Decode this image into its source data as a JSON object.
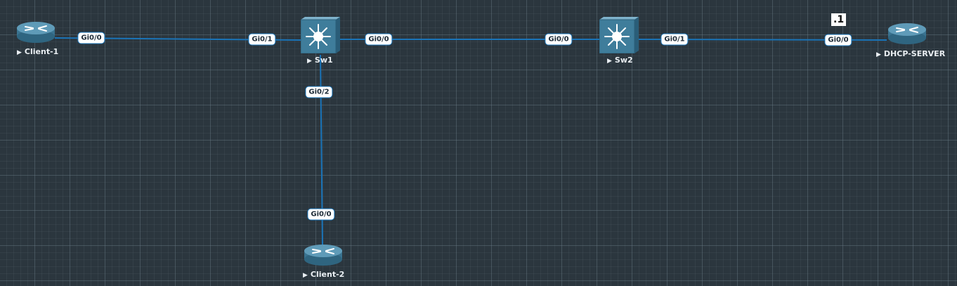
{
  "nodes": {
    "client1": {
      "label": "Client-1",
      "icon": "router-icon"
    },
    "sw1": {
      "label": "Sw1",
      "icon": "multilayer-switch-icon"
    },
    "sw2": {
      "label": "Sw2",
      "icon": "multilayer-switch-icon"
    },
    "dhcp": {
      "label": "DHCP-SERVER",
      "icon": "router-icon"
    },
    "client2": {
      "label": "Client-2",
      "icon": "router-icon"
    }
  },
  "ports": {
    "client1_gi00": "Gi0/0",
    "sw1_gi01": "Gi0/1",
    "sw1_gi00": "Gi0/0",
    "sw2_gi00": "Gi0/0",
    "sw2_gi01": "Gi0/1",
    "dhcp_gi00": "Gi0/0",
    "sw1_gi02": "Gi0/2",
    "client2_gi00": "Gi0/0"
  },
  "annotations": {
    "dhcp_ip_note": ".1"
  },
  "links": [
    {
      "from": "Client-1 Gi0/0",
      "to": "Sw1 Gi0/1"
    },
    {
      "from": "Sw1 Gi0/0",
      "to": "Sw2 Gi0/0"
    },
    {
      "from": "Sw2 Gi0/1",
      "to": "DHCP-SERVER Gi0/0"
    },
    {
      "from": "Sw1 Gi0/2",
      "to": "Client-2 Gi0/0"
    }
  ],
  "colors": {
    "background": "#2b363e",
    "link": "#1a74b8",
    "device": "#3f7d9b"
  }
}
